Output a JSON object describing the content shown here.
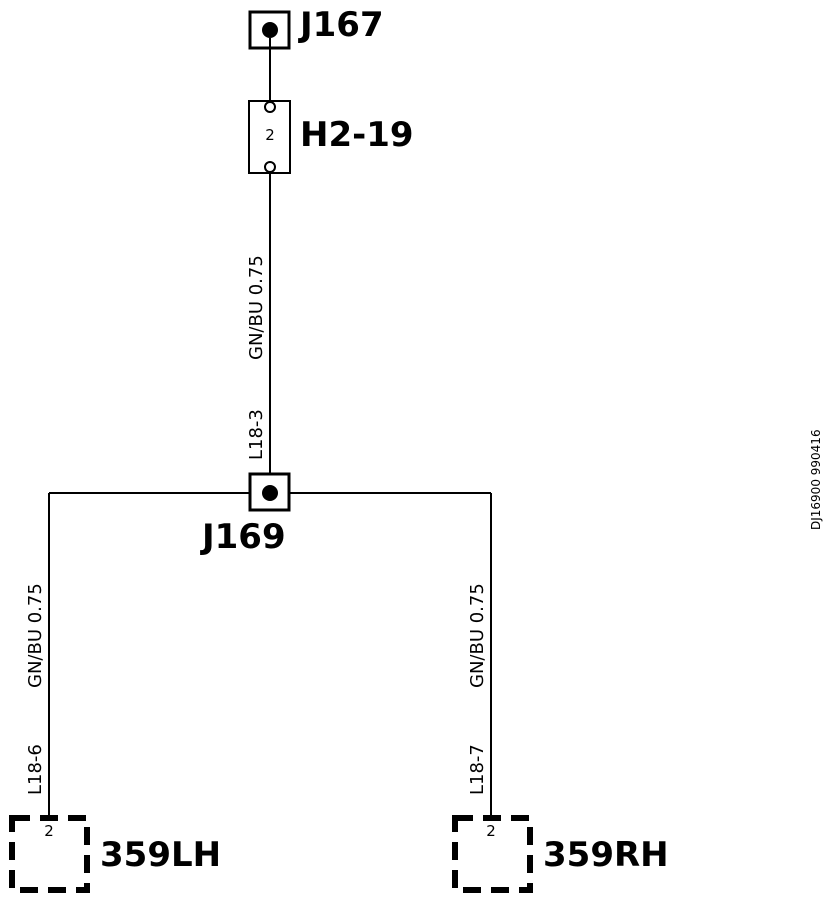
{
  "components": {
    "j167": {
      "label": "J167"
    },
    "h2_19": {
      "label": "H2-19",
      "pin": "2"
    },
    "j169": {
      "label": "J169"
    },
    "c359lh": {
      "label": "359LH",
      "pin": "2"
    },
    "c359rh": {
      "label": "359RH",
      "pin": "2"
    }
  },
  "wires": {
    "l18_3": {
      "id": "L18-3",
      "spec": "GN/BU 0.75"
    },
    "l18_6": {
      "id": "L18-6",
      "spec": "GN/BU 0.75"
    },
    "l18_7": {
      "id": "L18-7",
      "spec": "GN/BU 0.75"
    }
  },
  "drawing_ref": "DJ16900 990416"
}
